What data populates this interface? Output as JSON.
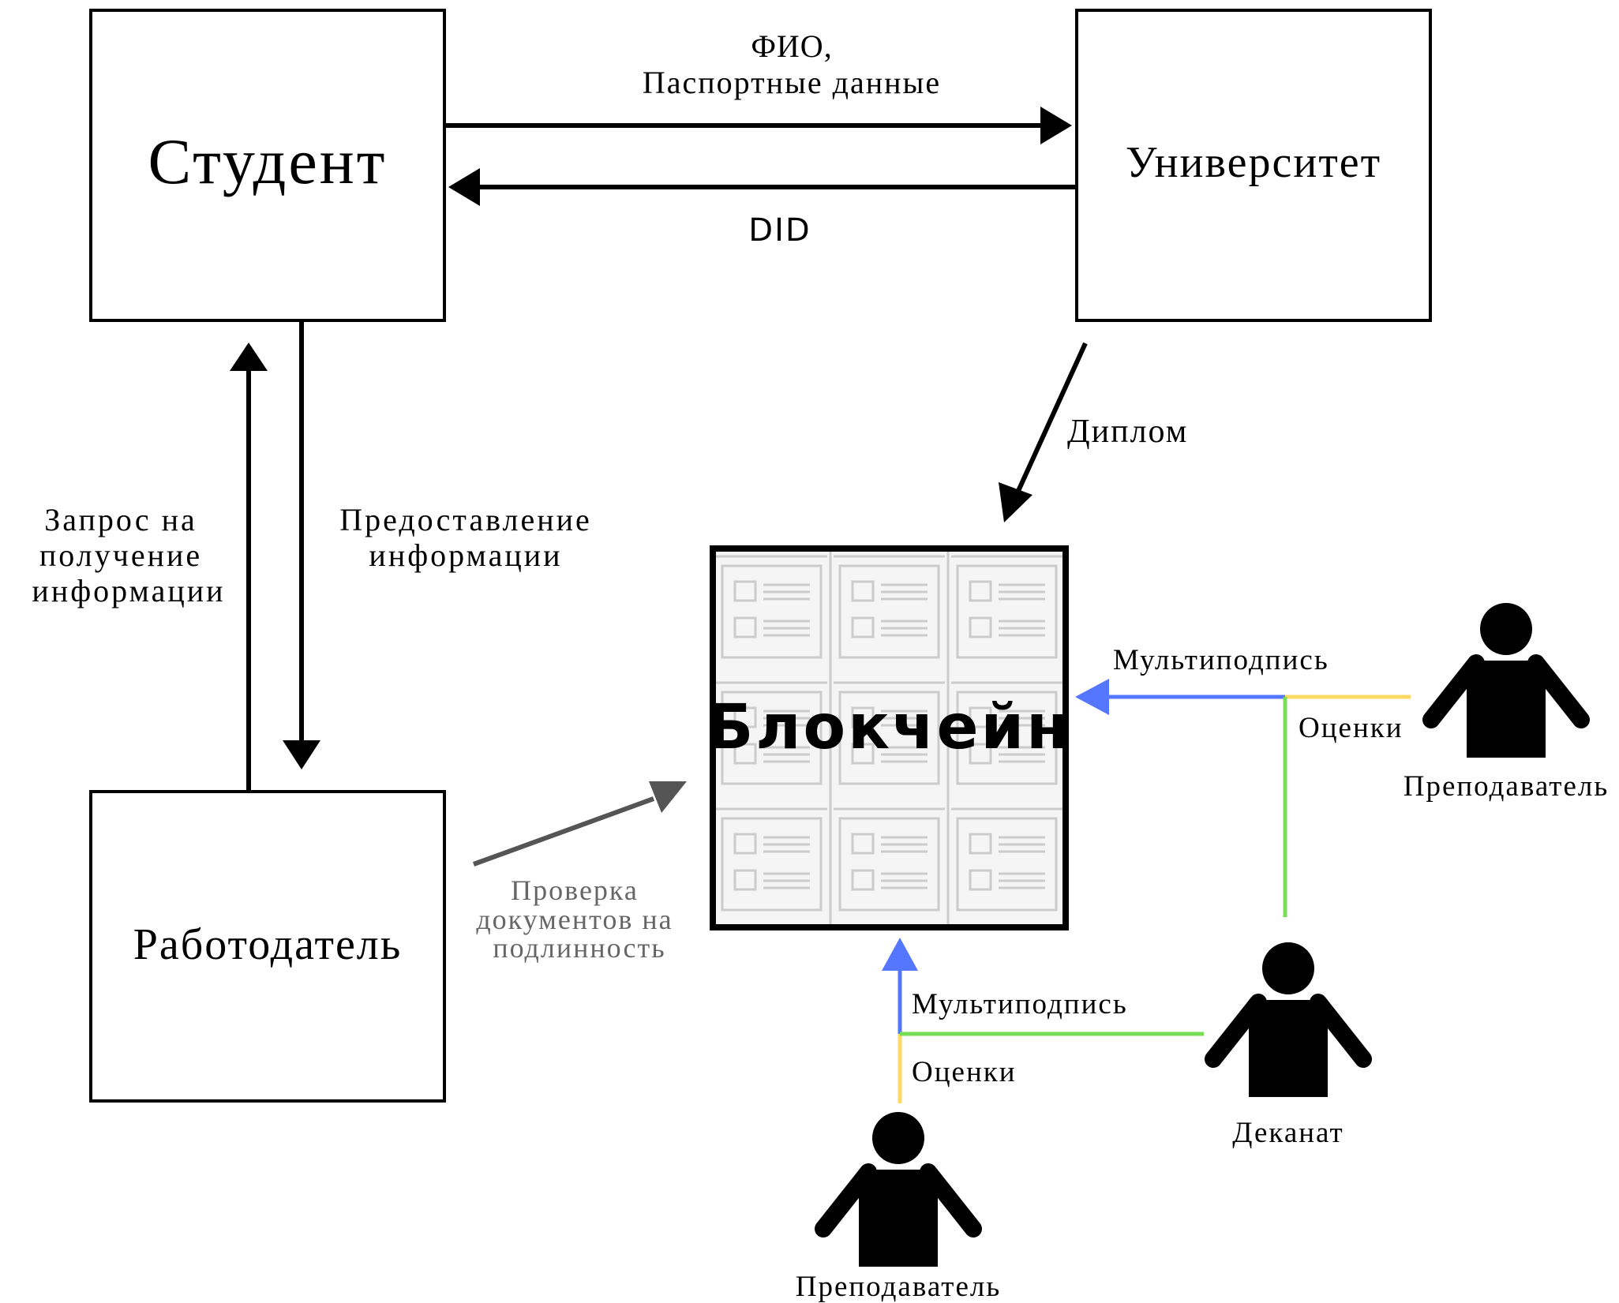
{
  "nodes": {
    "student": "Студент",
    "university": "Университет",
    "employer": "Работодатель",
    "blockchain": "Блокчейн"
  },
  "edges": {
    "fio_line1": "ФИО,",
    "fio_line2": "Паспортные данные",
    "did": "DID",
    "diploma": "Диплом",
    "request_line1": "Запрос на",
    "request_line2": "получение",
    "request_line3": "информации",
    "provide_line1": "Предоставление",
    "provide_line2": "информации",
    "verify_line1": "Проверка",
    "verify_line2": "документов на",
    "verify_line3": "подлинность",
    "multisig_right": "Мультиподпись",
    "grades_right": "Оценки",
    "multisig_bottom": "Мультиподпись",
    "grades_bottom": "Оценки"
  },
  "actors": {
    "teacher_right": "Преподаватель",
    "dean_office": "Деканат",
    "teacher_bottom": "Преподаватель"
  },
  "colors": {
    "stroke": "#000000",
    "verify_arrow": "#555555",
    "verify_text": "#666666",
    "multisig": "#5577ff",
    "grades": "#ffd966",
    "dean_link": "#77dd55",
    "block_grid": "#cccccc"
  }
}
